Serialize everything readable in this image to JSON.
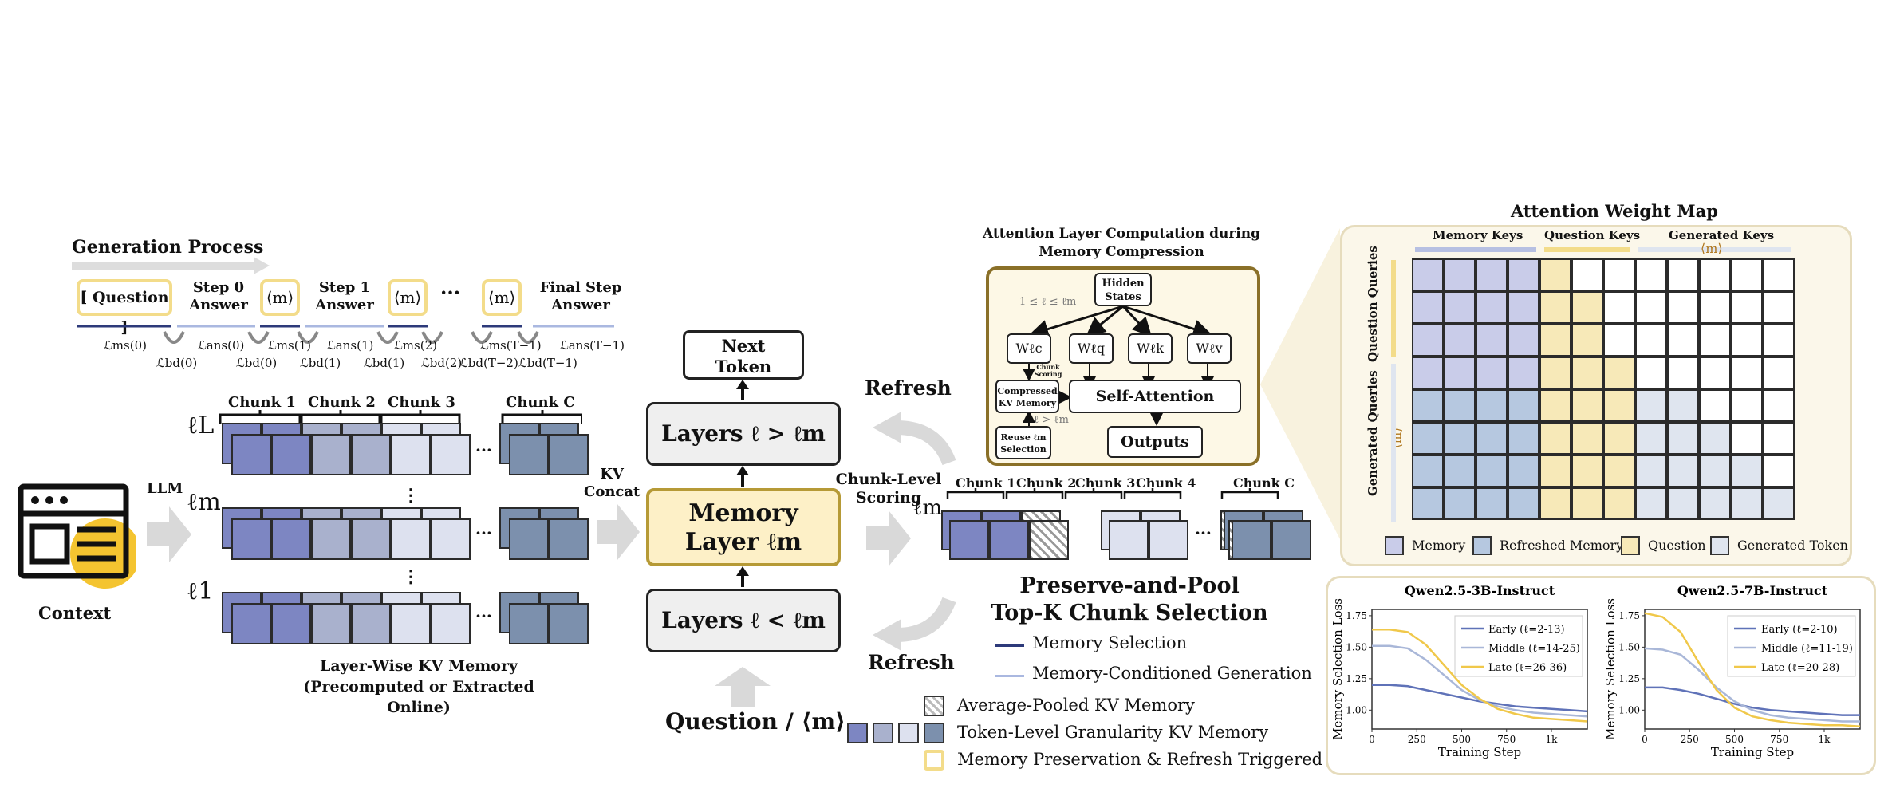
{
  "gen": {
    "title": "Generation Process",
    "question": "[ Question ]",
    "step0a": "Step 0",
    "step0b": "Answer",
    "m": "⟨m⟩",
    "step1a": "Step 1",
    "step1b": "Answer",
    "dots": "···",
    "finala": "Final Step",
    "finalb": "Answer",
    "l_ms0": "ℒms(0)",
    "l_ans0": "ℒans(0)",
    "l_bd0": "ℒbd(0)",
    "l_ms1": "ℒms(1)",
    "l_ans1": "ℒans(1)",
    "l_bd1": "ℒbd(1)",
    "l_ms2": "ℒms(2)",
    "l_bd2": "ℒbd(2)",
    "l_msT": "ℒms(T−1)",
    "l_bdT2": "ℒbd(T−2)",
    "l_bdT1": "ℒbd(T−1)",
    "l_ansT": "ℒans(T−1)"
  },
  "kv": {
    "chunk1": "Chunk 1",
    "chunk2": "Chunk 2",
    "chunk3": "Chunk 3",
    "chunkC": "Chunk C",
    "lL": "ℓL",
    "lm": "ℓm",
    "l1": "ℓ1",
    "dots": "···",
    "vdots": "⋮",
    "caption1": "Layer-Wise KV Memory",
    "caption2": "(Precomputed or Extracted Online)",
    "llm": "LLM",
    "context": "Context",
    "kvconcat1": "KV",
    "kvconcat2": "Concat"
  },
  "layers": {
    "next1": "Next",
    "next2": "Token",
    "upper": "Layers  ℓ > ℓm",
    "mem1": "Memory",
    "mem2": "Layer ℓm",
    "lower": "Layers  ℓ < ℓm",
    "refresh_top": "Refresh",
    "refresh_bot": "Refresh",
    "question": "Question / ⟨m⟩"
  },
  "attn": {
    "title1": "Attention Layer Computation during",
    "title2": "Memory Compression",
    "hidden1": "Hidden",
    "hidden2": "States",
    "wc": "Wℓc",
    "wq": "Wℓq",
    "wk": "Wℓk",
    "wv": "Wℓv",
    "range": "1 ≤ ℓ ≤ ℓm",
    "chunk_scoring1": "Chunk",
    "chunk_scoring2": "Scoring",
    "compressed1": "Compressed",
    "compressed2": "KV Memory",
    "gt": "ℓ > ℓm",
    "reuse1": "Reuse ℓm",
    "reuse2": "Selection",
    "self": "Self-Attention",
    "outputs": "Outputs"
  },
  "select": {
    "scoring1": "Chunk-Level",
    "scoring2": "Scoring",
    "lm": "ℓm",
    "chunk1": "Chunk 1",
    "chunk2": "Chunk 2",
    "chunk3": "Chunk 3",
    "chunk4": "Chunk 4",
    "chunkC": "Chunk C",
    "dots": "···",
    "title1": "Preserve-and-Pool",
    "title2": "Top-K Chunk Selection"
  },
  "legend": {
    "mem_sel": "Memory Selection",
    "mem_cond": "Memory-Conditioned Generation",
    "avg_pool": "Average-Pooled KV Memory",
    "token_level": "Token-Level Granularity KV Memory",
    "preserve": "Memory Preservation & Refresh Triggered"
  },
  "map": {
    "title": "Attention Weight Map",
    "mem_keys": "Memory Keys",
    "q_keys": "Question Keys",
    "gen_keys": "Generated Keys",
    "m": "⟨m⟩",
    "q_queries": "Question Queries",
    "g_queries": "Generated Queries",
    "leg_mem": "Memory",
    "leg_ref": "Refreshed Memory",
    "leg_q": "Question",
    "leg_gen": "Generated Token"
  },
  "colors": {
    "memory": "#c9cce9",
    "refreshed": "#b6c8e0",
    "question": "#f7e9b8",
    "generated": "#dfe5ef",
    "tok1": "#7d86c2",
    "tok2": "#a9b1cd",
    "tok3": "#dde1ef",
    "tokC": "#7c90ad",
    "highlight": "#f3dc8a"
  },
  "chart_data": [
    {
      "type": "line",
      "title": "Qwen2.5-3B-Instruct",
      "xlabel": "Training Step",
      "ylabel": "Memory Selection Loss",
      "xlim": [
        0,
        1200
      ],
      "ylim": [
        0.85,
        1.8
      ],
      "xticks": [
        "0",
        "250",
        "500",
        "750",
        "1k"
      ],
      "yticks": [
        "1.00",
        "1.25",
        "1.50",
        "1.75"
      ],
      "x": [
        0,
        100,
        200,
        300,
        400,
        500,
        600,
        700,
        800,
        900,
        1000,
        1100,
        1200
      ],
      "series": [
        {
          "name": "Early (ℓ=2-13)",
          "color": "#5f72b8",
          "values": [
            1.2,
            1.2,
            1.19,
            1.16,
            1.13,
            1.1,
            1.07,
            1.05,
            1.03,
            1.02,
            1.01,
            1.0,
            0.99
          ]
        },
        {
          "name": "Middle (ℓ=14-25)",
          "color": "#a9b7d8",
          "values": [
            1.51,
            1.51,
            1.49,
            1.4,
            1.28,
            1.16,
            1.08,
            1.03,
            1.0,
            0.98,
            0.97,
            0.96,
            0.95
          ]
        },
        {
          "name": "Late (ℓ=26-36)",
          "color": "#f0c84a",
          "values": [
            1.64,
            1.64,
            1.62,
            1.52,
            1.36,
            1.2,
            1.09,
            1.01,
            0.97,
            0.94,
            0.93,
            0.92,
            0.91
          ]
        }
      ]
    },
    {
      "type": "line",
      "title": "Qwen2.5-7B-Instruct",
      "xlabel": "Training Step",
      "ylabel": "Memory Selection Loss",
      "xlim": [
        0,
        1200
      ],
      "ylim": [
        0.85,
        1.8
      ],
      "xticks": [
        "0",
        "250",
        "500",
        "750",
        "1k"
      ],
      "yticks": [
        "1.00",
        "1.25",
        "1.50",
        "1.75"
      ],
      "x": [
        0,
        100,
        200,
        300,
        400,
        500,
        600,
        700,
        800,
        900,
        1000,
        1100,
        1200
      ],
      "series": [
        {
          "name": "Early (ℓ=2-10)",
          "color": "#5f72b8",
          "values": [
            1.18,
            1.18,
            1.16,
            1.13,
            1.09,
            1.05,
            1.02,
            1.0,
            0.99,
            0.98,
            0.97,
            0.96,
            0.96
          ]
        },
        {
          "name": "Middle (ℓ=11-19)",
          "color": "#a9b7d8",
          "values": [
            1.49,
            1.48,
            1.44,
            1.32,
            1.18,
            1.07,
            1.0,
            0.96,
            0.94,
            0.93,
            0.92,
            0.91,
            0.91
          ]
        },
        {
          "name": "Late (ℓ=20-28)",
          "color": "#f0c84a",
          "values": [
            1.77,
            1.74,
            1.62,
            1.38,
            1.16,
            1.02,
            0.95,
            0.92,
            0.9,
            0.89,
            0.88,
            0.88,
            0.87
          ]
        }
      ]
    }
  ]
}
